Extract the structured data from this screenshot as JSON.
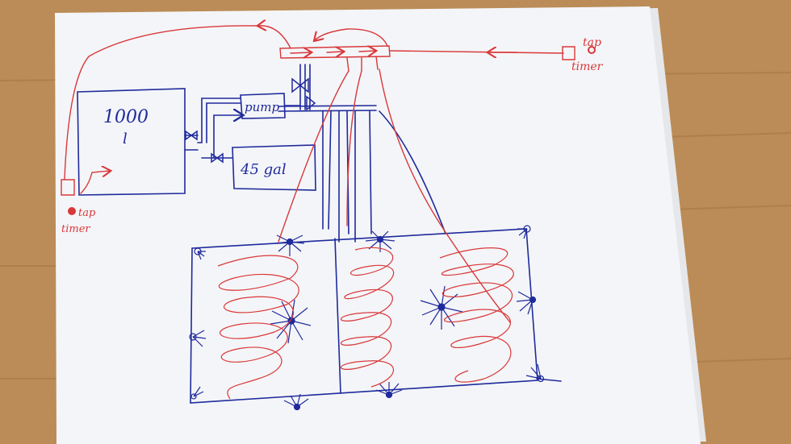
{
  "colors": {
    "table": "#b98a55",
    "paper": "#f4f5f8",
    "blue_ink": "#1f2a9c",
    "red_ink": "#d9383a"
  },
  "labels": {
    "tank_volume": "1000",
    "tank_unit": "l",
    "pump": "pump",
    "small_tank": "45 gal",
    "tap_right": "tap",
    "timer_right": "timer",
    "tap_left": "tap",
    "timer_left": "timer"
  },
  "icons": {
    "valve": "bowtie-valve-icon",
    "sprinkler": "sprinkler-head-icon",
    "spigot": "tap-circle-icon"
  }
}
